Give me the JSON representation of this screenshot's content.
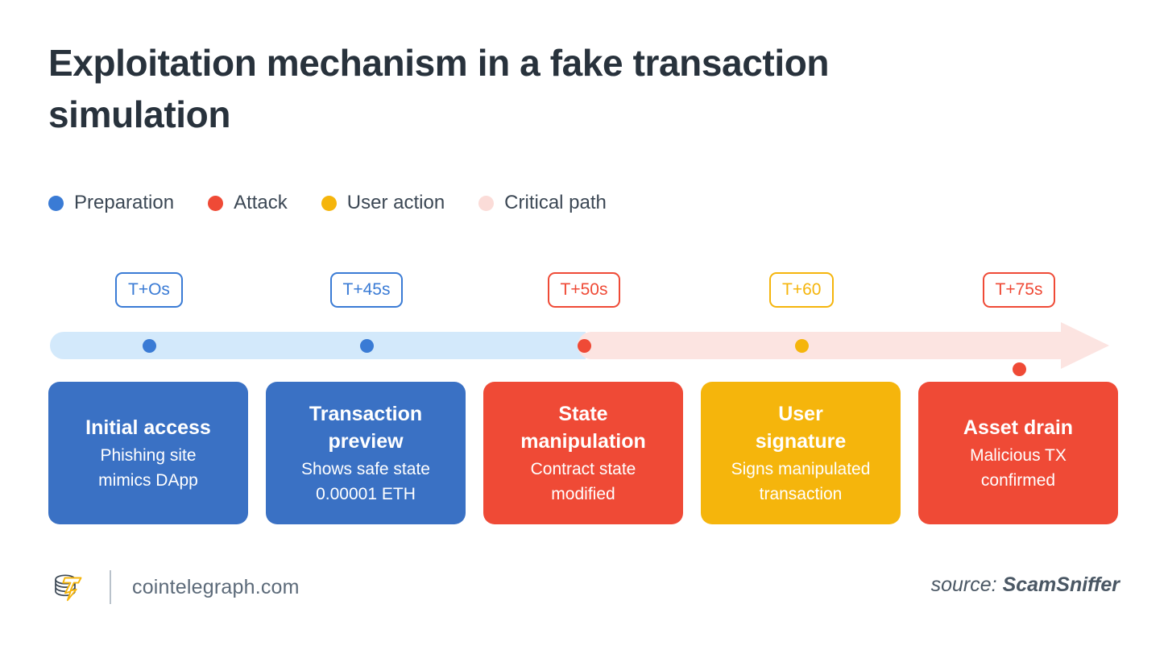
{
  "title": "Exploitation mechanism in a fake transaction\nsimulation",
  "legend": {
    "items": [
      {
        "label": "Preparation",
        "color": "#3a7bd5"
      },
      {
        "label": "Attack",
        "color": "#ef4a36"
      },
      {
        "label": "User action",
        "color": "#f5b50c"
      },
      {
        "label": "Critical path",
        "color": "#fbdcd8"
      }
    ]
  },
  "timeline": {
    "bar_colors": {
      "preparation": "#d3e9fb",
      "critical": "#fce4e1"
    },
    "steps": [
      {
        "time_label": "T+Os",
        "time_color": "#3a7bd5",
        "dot_color": "#3a7bd5",
        "card_color": "#3a71c4",
        "card_title": "Initial access",
        "card_desc": "Phishing site\nmimics DApp"
      },
      {
        "time_label": "T+45s",
        "time_color": "#3a7bd5",
        "dot_color": "#3a7bd5",
        "card_color": "#3a71c4",
        "card_title": "Transaction\npreview",
        "card_desc": "Shows safe state\n0.00001 ETH"
      },
      {
        "time_label": "T+50s",
        "time_color": "#ef4a36",
        "dot_color": "#ef4a36",
        "card_color": "#ef4a36",
        "card_title": "State\nmanipulation",
        "card_desc": "Contract state\nmodified"
      },
      {
        "time_label": "T+60",
        "time_color": "#f5b50c",
        "dot_color": "#f5b50c",
        "card_color": "#f5b50c",
        "card_title": "User\nsignature",
        "card_desc": "Signs manipulated\ntransaction"
      },
      {
        "time_label": "T+75s",
        "time_color": "#ef4a36",
        "dot_color": "#ef4a36",
        "card_color": "#ef4a36",
        "card_title": "Asset drain",
        "card_desc": "Malicious TX\nconfirmed"
      }
    ]
  },
  "footer": {
    "url": "cointelegraph.com",
    "source_prefix": "source:",
    "source_name": "ScamSniffer"
  }
}
